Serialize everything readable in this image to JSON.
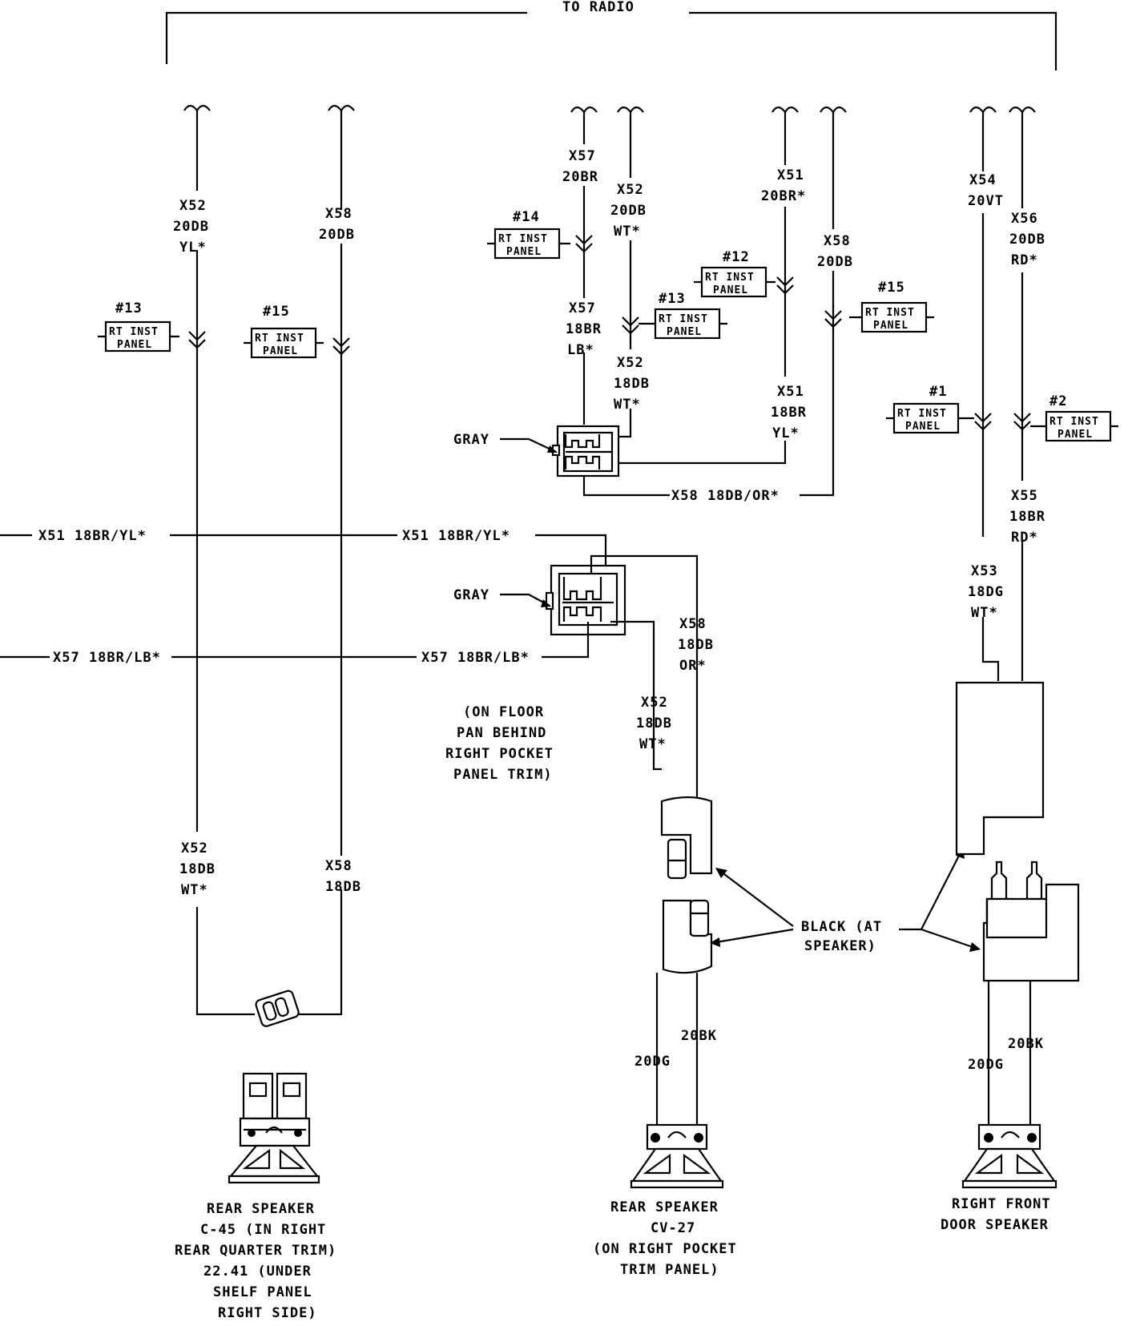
{
  "diagram": {
    "top_label": "TO RADIO",
    "inst_panel": "RT INST",
    "inst_panel2": "PANEL",
    "wires": {
      "w1": [
        "X52",
        "20DB",
        "YL*"
      ],
      "w2": [
        "X58",
        "20DB"
      ],
      "w3": [
        "X57",
        "20BR"
      ],
      "w4": [
        "X52",
        "20DB",
        "WT*"
      ],
      "w5": [
        "X51",
        "20BR*"
      ],
      "w6": [
        "X58",
        "20DB"
      ],
      "w7": [
        "X54",
        "20VT"
      ],
      "w8": [
        "X56",
        "20DB",
        "RD*"
      ],
      "w3b": [
        "X57",
        "18BR",
        "LB*"
      ],
      "w4b": [
        "X52",
        "18DB",
        "WT*"
      ],
      "w5b": [
        "X51",
        "18BR",
        "YL*"
      ],
      "w8b": [
        "X55",
        "18BR",
        "RD*"
      ],
      "w7b": [
        "X53",
        "18DG",
        "WT*"
      ],
      "x58or": [
        "X58",
        "18DB",
        "OR*"
      ],
      "x52wt": [
        "X52",
        "18DB",
        "WT*"
      ],
      "r52": [
        "X52",
        "18DB",
        "WT*"
      ],
      "r58": [
        "X58",
        "18DB"
      ]
    },
    "conn_refs": [
      "#13",
      "#15",
      "#14",
      "#13",
      "#12",
      "#15",
      "#1",
      "#2"
    ],
    "x58_horiz": "X58 18DB/OR*",
    "x51_left": "X51 18BR/YL*",
    "x51_mid": "X51 18BR/YL*",
    "x57_left": "X57 18BR/LB*",
    "x57_mid": "X57 18BR/LB*",
    "gray": "GRAY",
    "floor_note": [
      "(ON FLOOR",
      "PAN BEHIND",
      "RIGHT POCKET",
      "PANEL TRIM)"
    ],
    "black_note": [
      "BLACK (AT",
      "SPEAKER)"
    ],
    "wire_20dg": "20DG",
    "wire_20bk": "20BK",
    "speaker1": [
      "REAR SPEAKER",
      "C-45 (IN RIGHT",
      "REAR QUARTER TRIM)",
      "22.41 (UNDER",
      "SHELF PANEL",
      "RIGHT SIDE)"
    ],
    "speaker2": [
      "REAR SPEAKER",
      "CV-27",
      "(ON RIGHT POCKET",
      "TRIM PANEL)"
    ],
    "speaker3": [
      "RIGHT FRONT",
      "DOOR SPEAKER"
    ]
  }
}
